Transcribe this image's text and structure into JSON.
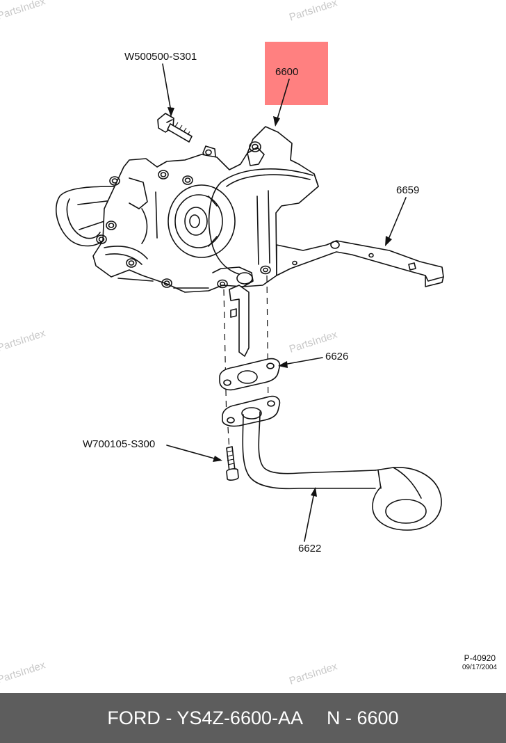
{
  "watermark": "PartsIndex",
  "highlight_color": "#ff8080",
  "callouts": {
    "bolt_upper": "W500500-S301",
    "pump": "6600",
    "bracket": "6659",
    "gasket": "6626",
    "bolt_lower": "W700105-S300",
    "pickup_tube": "6622"
  },
  "drawing_ref": {
    "number": "P-40920",
    "date": "09/17/2004"
  },
  "footer": {
    "part_label": "FORD - YS4Z-6600-AA",
    "number_label": "N - 6600"
  }
}
